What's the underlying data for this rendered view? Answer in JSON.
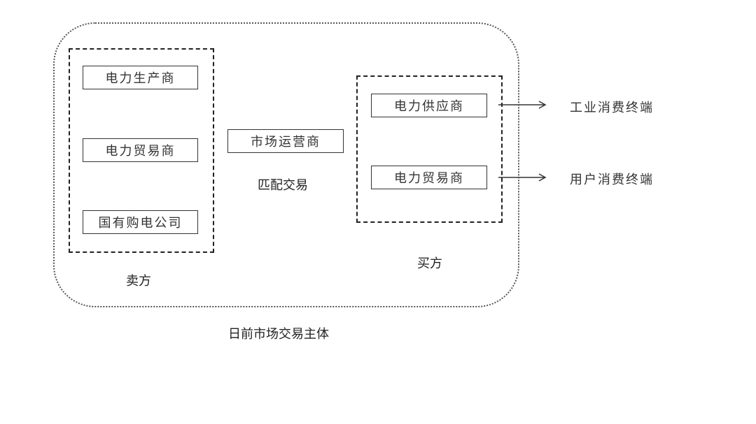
{
  "sellers": {
    "label": "卖方",
    "items": [
      "电力生产商",
      "电力贸易商",
      "国有购电公司"
    ]
  },
  "operator": {
    "label": "市场运营商",
    "caption": "匹配交易"
  },
  "buyers": {
    "label": "买方",
    "items": [
      "电力供应商",
      "电力贸易商"
    ]
  },
  "terminals": [
    "工业消费终端",
    "用户消费终端"
  ],
  "caption": "日前市场交易主体"
}
